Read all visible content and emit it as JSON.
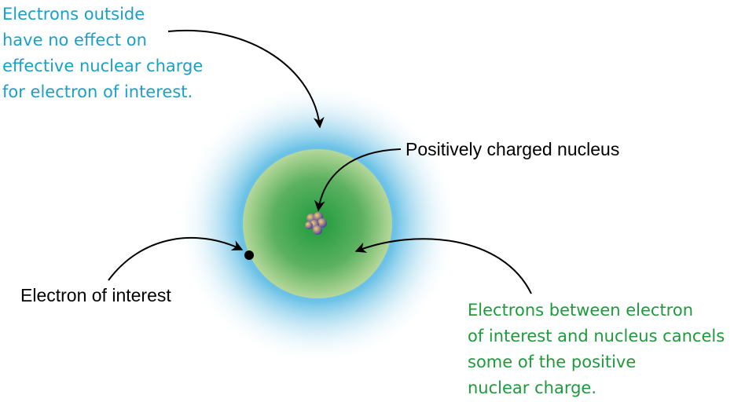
{
  "labels": {
    "outside": [
      "Electrons outside",
      "have no effect on",
      "effective nuclear charge",
      "for electron of interest."
    ],
    "nucleus": "Positively charged nucleus",
    "electron": "Electron of interest",
    "between": [
      "Electrons between electron",
      "of interest and nucleus cancels",
      "some of the positive",
      "nuclear charge."
    ]
  },
  "colors": {
    "outside_text": "#1aa0c8",
    "between_text": "#1e9a3c",
    "inner_shell": "#1e9a3c",
    "outer_cloud": "#4ab4e0"
  }
}
